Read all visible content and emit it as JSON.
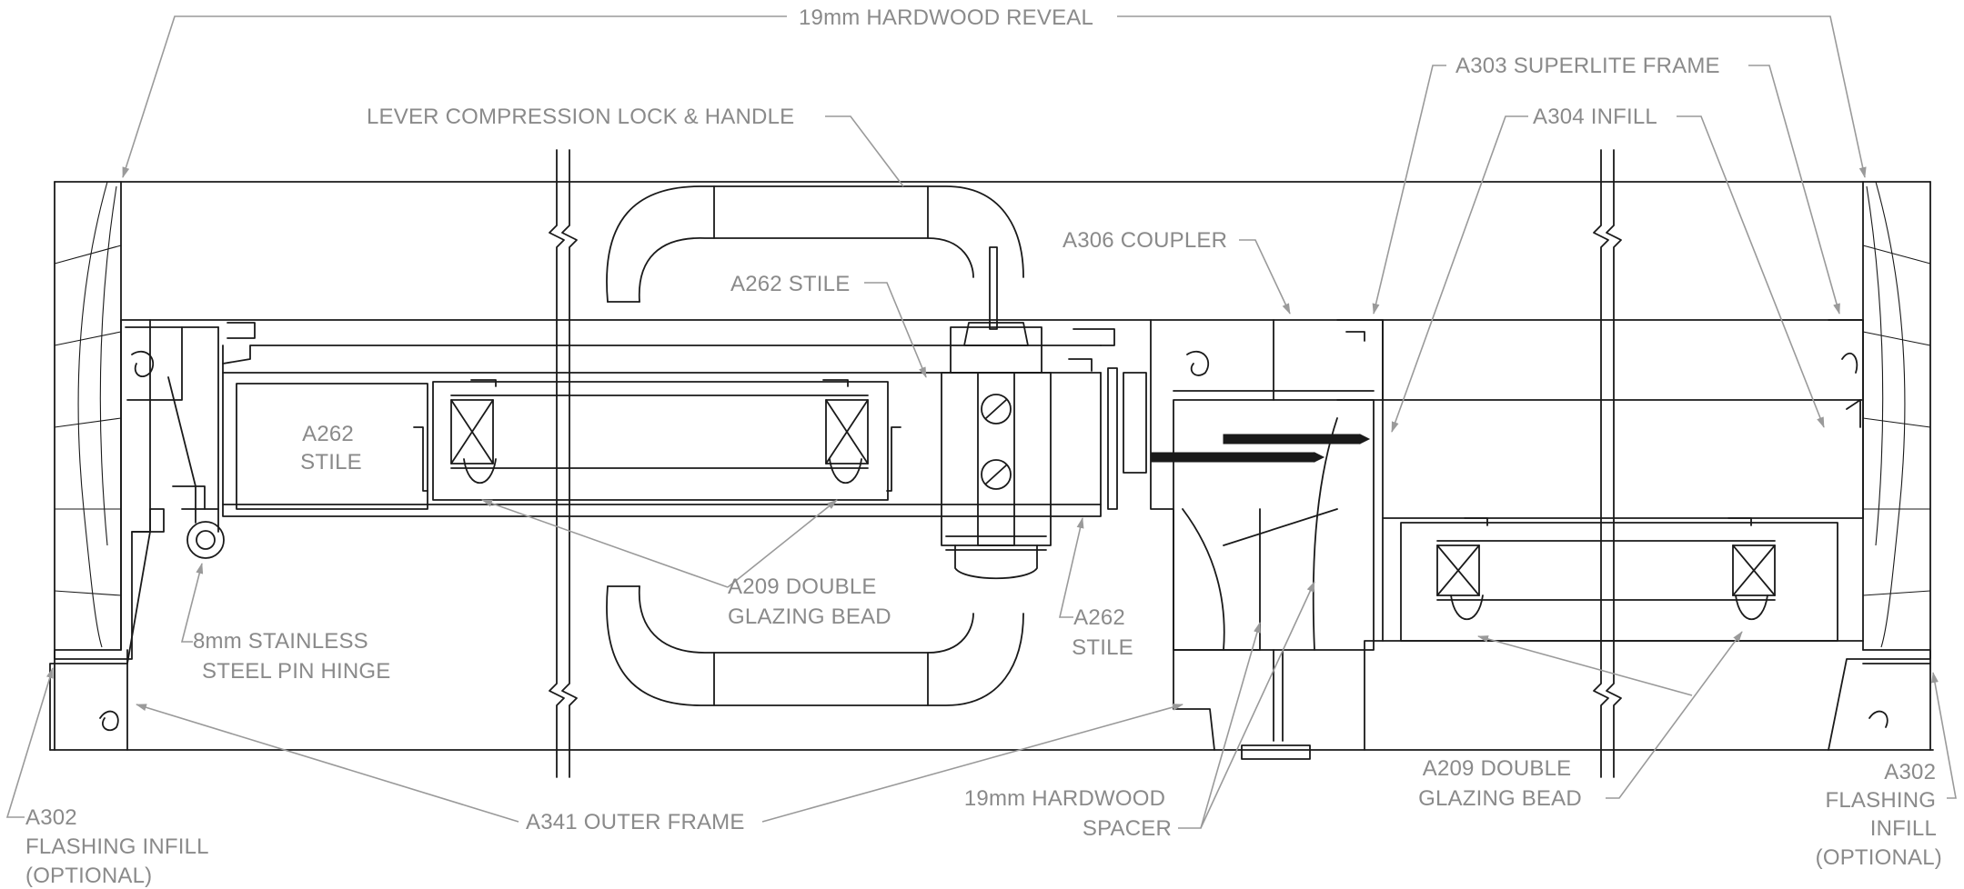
{
  "labels": {
    "hardwood_reveal": "19mm HARDWOOD REVEAL",
    "superlite_frame": "A303 SUPERLITE FRAME",
    "lever_lock": "LEVER COMPRESSION LOCK & HANDLE",
    "infill": "A304 INFILL",
    "coupler": "A306 COUPLER",
    "stile_top": "A262 STILE",
    "stile_left": [
      "A262",
      "STILE"
    ],
    "stile_mid": [
      "A262",
      "STILE"
    ],
    "glazing_bead_left": [
      "A209 DOUBLE",
      "GLAZING BEAD"
    ],
    "pin_hinge": [
      "8mm STAINLESS",
      "STEEL PIN HINGE"
    ],
    "flashing_left": [
      "A302",
      "FLASHING INFILL",
      "(OPTIONAL)"
    ],
    "outer_frame": "A341 OUTER FRAME",
    "hardwood_spacer": [
      "19mm HARDWOOD",
      "SPACER"
    ],
    "glazing_bead_right": [
      "A209 DOUBLE",
      "GLAZING BEAD"
    ],
    "flashing_right": [
      "A302",
      "FLASHING",
      "INFILL",
      "(OPTIONAL)"
    ]
  }
}
